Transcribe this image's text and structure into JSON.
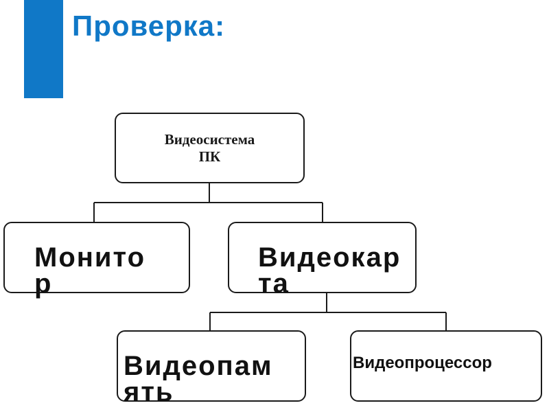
{
  "slide": {
    "title": "Проверка:",
    "accent_color": "#1078c7",
    "title_color": "#1078c7"
  },
  "diagram": {
    "root": {
      "line1": "Видеосистема",
      "line2": "ПК"
    },
    "level1": [
      {
        "label": "Монитор"
      },
      {
        "label": "Видеокарта"
      }
    ],
    "level2": [
      {
        "label": "Видеопамять"
      },
      {
        "label": "Видеопроцессор"
      }
    ]
  }
}
